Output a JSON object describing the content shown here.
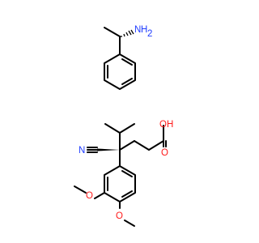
{
  "molecule_1": {
    "labels": {
      "amine_n": "N",
      "amine_h": "H",
      "amine_h2": "2"
    }
  },
  "molecule_2": {
    "labels": {
      "nitrile_n": "N",
      "acid_oh": "OH",
      "carbonyl_o": "O",
      "methoxy_o_upper": "O",
      "methoxy_o_lower": "O"
    }
  },
  "colors": {
    "bond": "#000000",
    "nitrogen": "#1f3cff",
    "oxygen": "#ff1a1a",
    "background": "#ffffff"
  }
}
